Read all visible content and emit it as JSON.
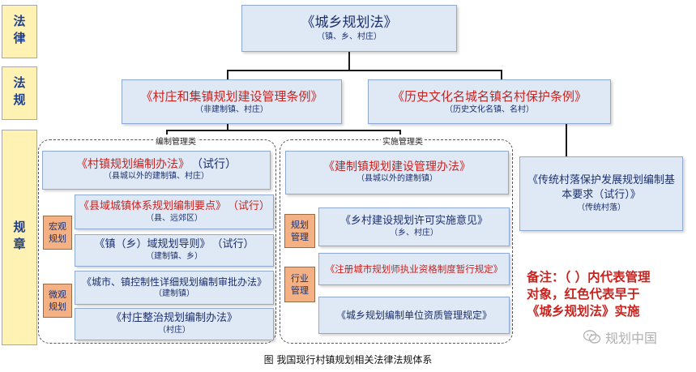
{
  "sidebar": {
    "law": "法律",
    "regulation": "法规",
    "rules": "规章"
  },
  "law_box": {
    "title": "《城乡规划法》",
    "sub": "（镇、乡、村庄）"
  },
  "regulations": [
    {
      "title": "《村庄和集镇规划建设管理条例》",
      "sub": "（非建制镇、村庄）"
    },
    {
      "title": "《历史文化名城名镇名村保护条例》",
      "sub": "（历史文化名镇、名村）"
    }
  ],
  "groups": {
    "compile": "编制管理类",
    "implement": "实施管理类"
  },
  "tags": {
    "macro": "宏观\n规划",
    "micro": "微观\n规划",
    "planning_mgmt": "规划\n管理",
    "industry_mgmt": "行业\n管理"
  },
  "compile_items": [
    {
      "title": "《村镇规划编制办法》",
      "suffix": "（试行）",
      "sub": "（县城以外的建制镇、村庄）"
    },
    {
      "title": "《县域城镇体系规划编制要点》",
      "suffix": "（试行）",
      "sub": "（县、远郊区）"
    },
    {
      "title": "《镇（乡）域规划导则》",
      "suffix": "（试行）",
      "sub": "（建制镇、乡）"
    },
    {
      "title": "《城市、镇控制性详细规划编制审批办法》",
      "suffix": "",
      "sub": "（建制镇）"
    },
    {
      "title": "《村庄整治规划编制办法》",
      "suffix": "",
      "sub": "（村庄）"
    }
  ],
  "implement_items": [
    {
      "title": "《建制镇规划建设管理办法》",
      "sub": "（县城以外的建制镇）"
    },
    {
      "title": "《乡村建设规划许可实施意见》",
      "sub": "（乡、村庄）"
    },
    {
      "title": "《注册城市规划师执业资格制度暂行规定》",
      "sub": ""
    },
    {
      "title": "《城乡规划编制单位资质管理规定》",
      "sub": ""
    }
  ],
  "traditional": {
    "title": "《传统村落保护发展规划编制基本要求（试行）》",
    "sub": "（传统村落）"
  },
  "note": {
    "line1": "备注：（ ）内代表管理",
    "line2": "对象，红色代表早于",
    "line3": "《城乡规划法》实施"
  },
  "watermark": "规划中国",
  "caption": "图   我国现行村镇规划相关法律法规体系",
  "colors": {
    "red": "#c9231f",
    "navy": "#1c2f6e",
    "box_fill": "#dfe9f6",
    "tag_fill": "#f4b183",
    "side_fill": "#fff2b3"
  }
}
